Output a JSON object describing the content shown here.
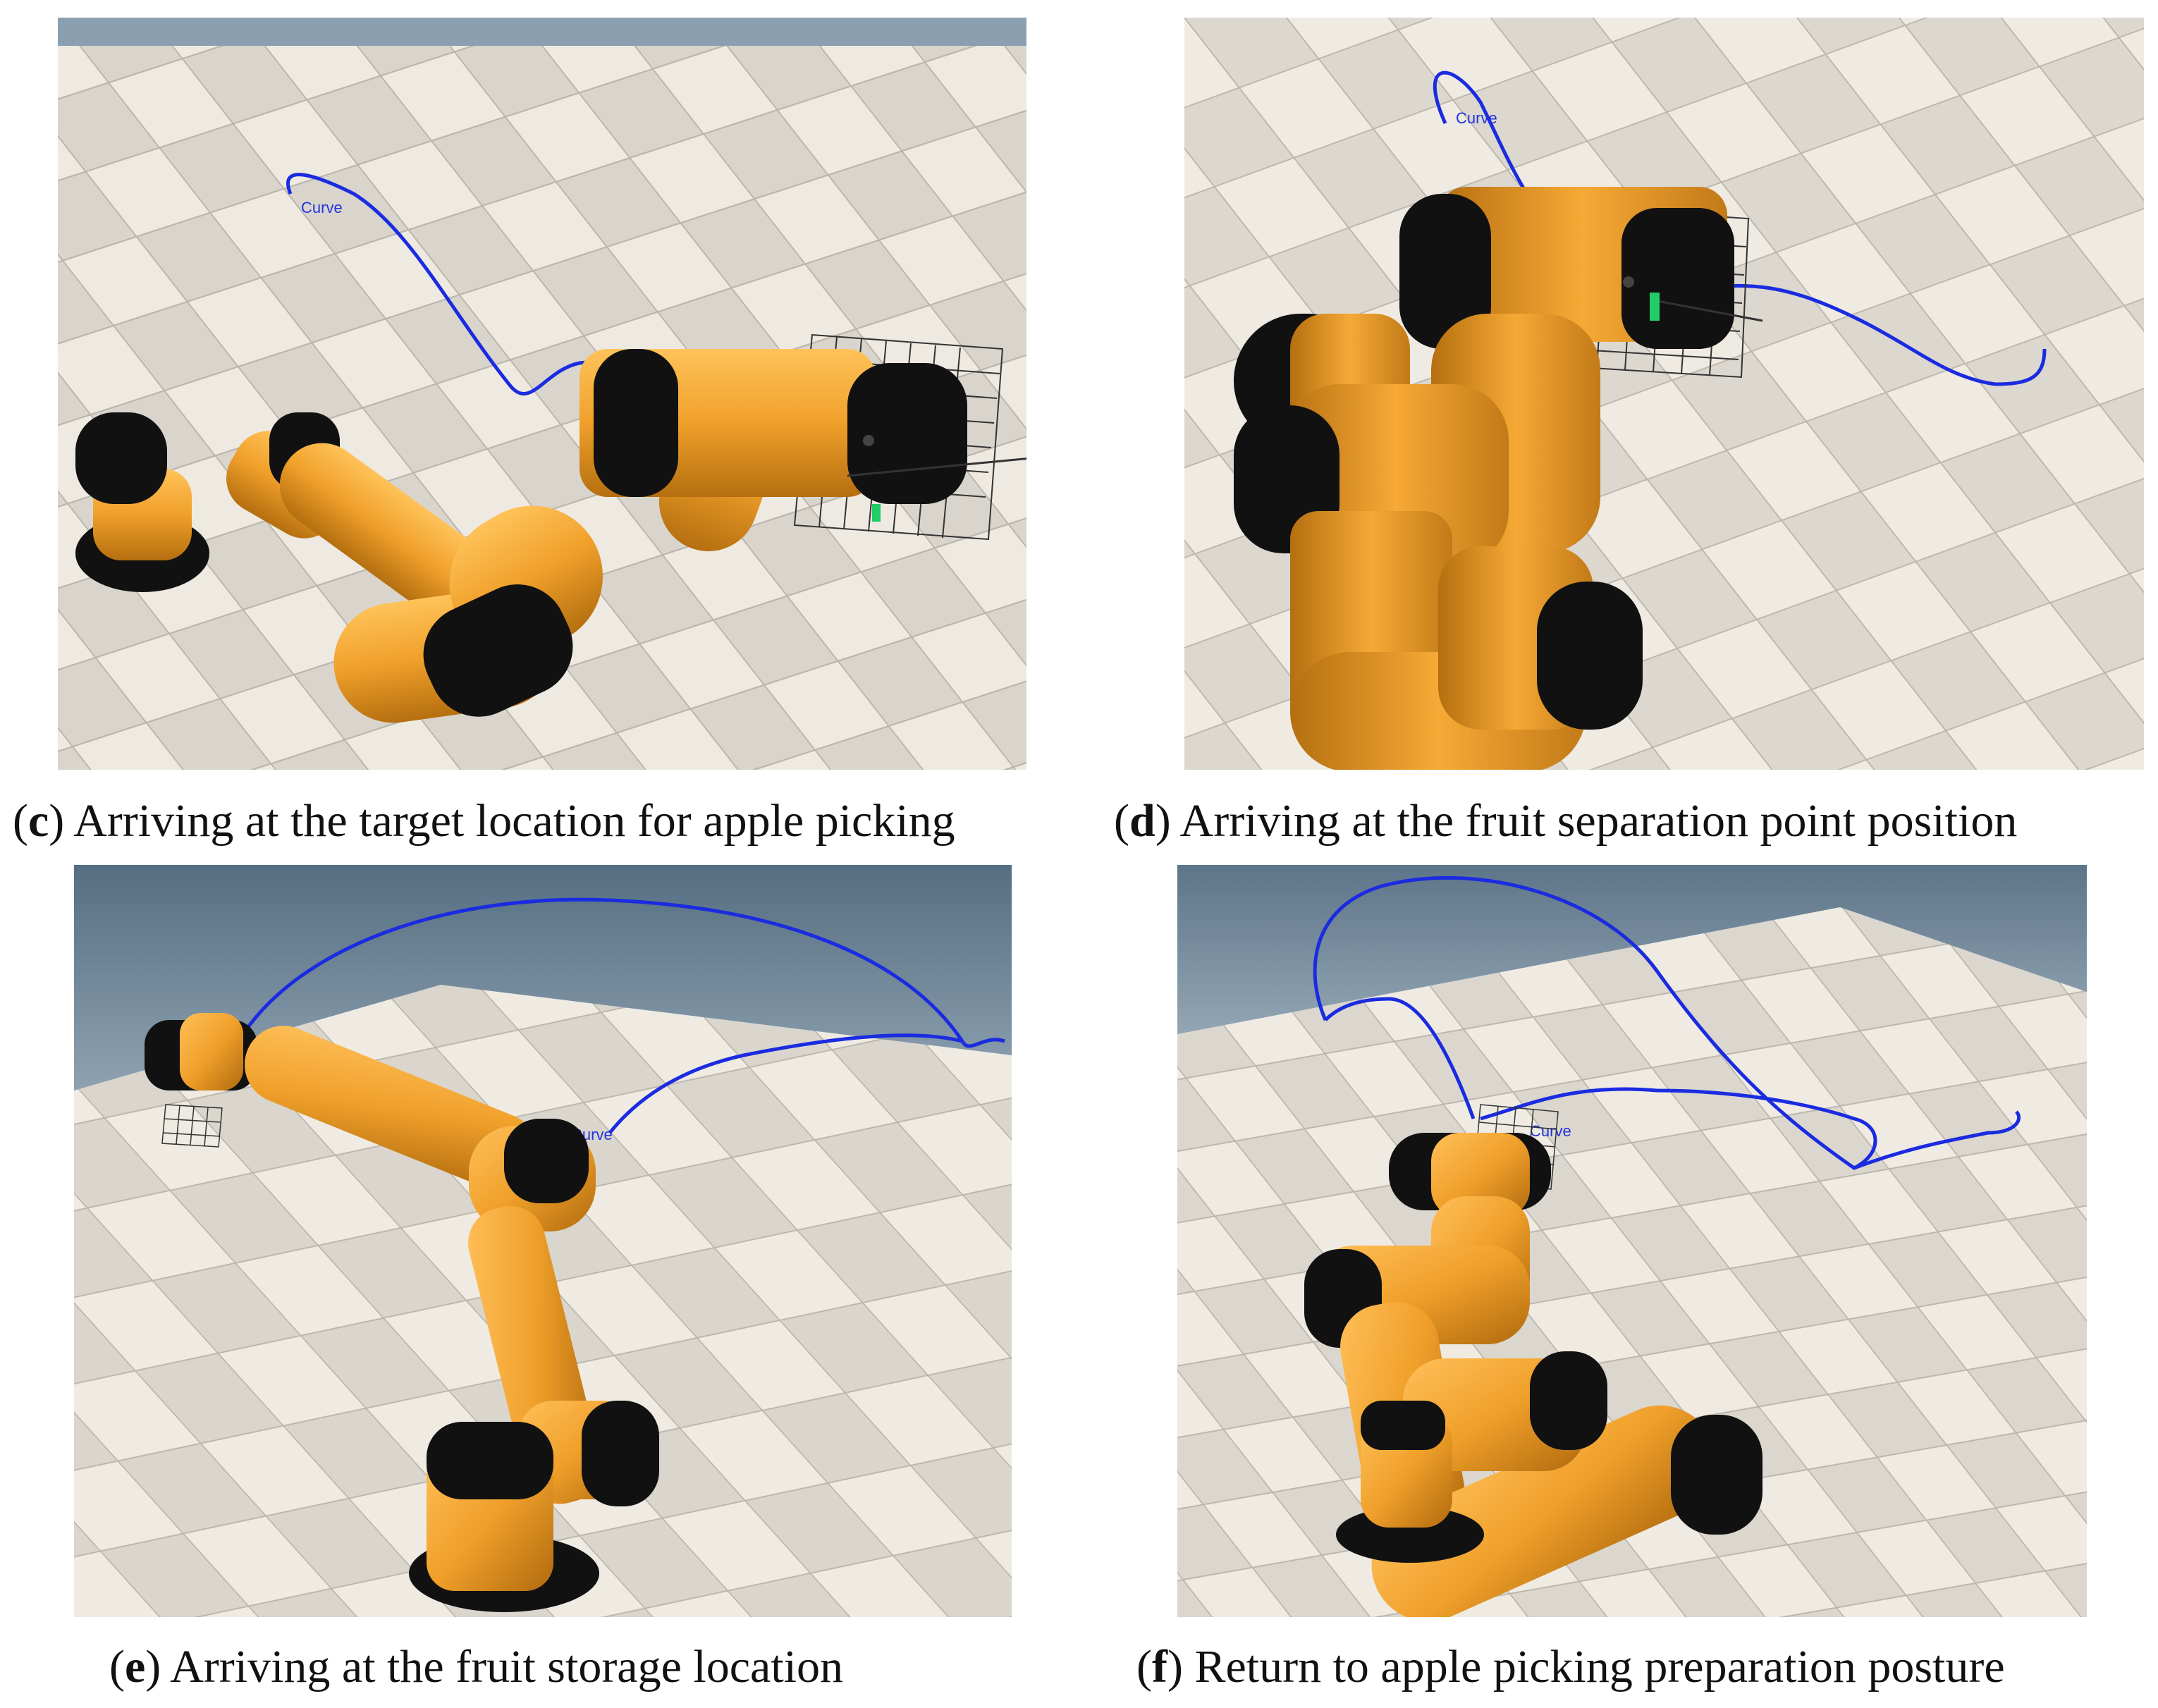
{
  "figure": {
    "panels": [
      {
        "letter": "c",
        "caption": "Arriving at the target location for apple picking",
        "curve_label": "Curve"
      },
      {
        "letter": "d",
        "caption": "Arriving at the fruit separation point position",
        "curve_label": "Curve"
      },
      {
        "letter": "e",
        "caption": "Arriving at the fruit storage location",
        "curve_label": "Curve"
      },
      {
        "letter": "f",
        "caption": "Return to apple picking preparation posture",
        "curve_label": "Curve"
      }
    ]
  },
  "colors": {
    "robot_body": "#F0A02A",
    "robot_joint": "#111111",
    "trajectory": "#1A2BE0",
    "floor_light": "#EEEAE2",
    "floor_dark": "#D8D4CC",
    "sky": "#6F8698"
  }
}
